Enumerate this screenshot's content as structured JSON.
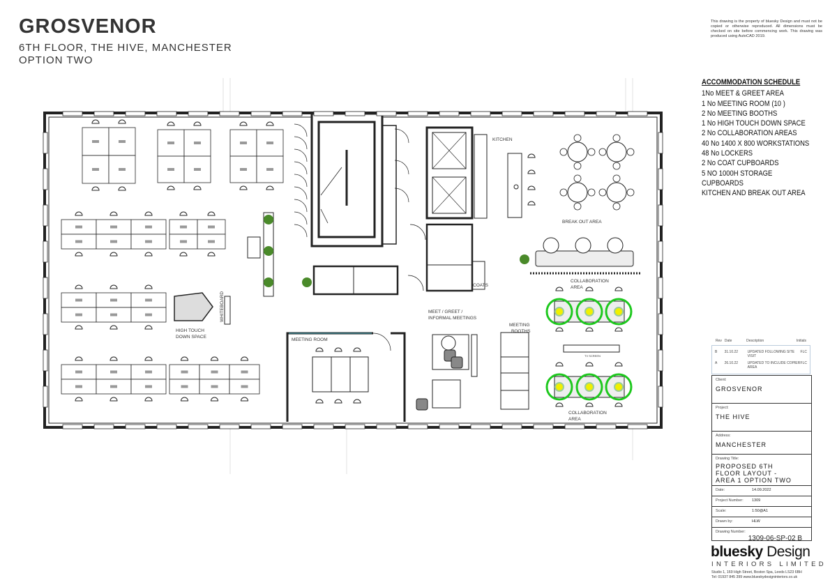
{
  "header": {
    "title": "GROSVENOR",
    "subtitle_line1": "6TH FLOOR, THE HIVE, MANCHESTER",
    "subtitle_line2": "OPTION TWO"
  },
  "copyright_note": "This drawing is the property of bluesky Design and must not be copied or otherwise reproduced. All dimensions must be checked on site before commencing work. This drawing was produced using AutoCAD 2019.",
  "schedule": {
    "heading": "ACCOMMODATION SCHEDULE",
    "items": [
      "1No MEET & GREET AREA",
      "1 No MEETING ROOM (10 )",
      "2 No MEETING BOOTHS",
      "1 No HIGH TOUCH DOWN SPACE",
      "2 No COLLABORATION AREAS",
      "40 No 1400 X 800 WORKSTATIONS",
      "48 No LOCKERS",
      "2 No COAT CUPBOARDS",
      "5 NO 1000H STORAGE CUPBOARDS",
      "KITCHEN AND BREAK OUT AREA"
    ]
  },
  "plan_labels": {
    "kitchen": "KITCHEN",
    "breakout": "BREAK OUT AREA",
    "collab1a": "COLLABORATION",
    "collab1b": "AREA",
    "collab2a": "COLLABORATION",
    "collab2b": "AREA",
    "coats": "COATS",
    "meet1": "MEET / GREET /",
    "meet2": "INFORMAL MEETINGS",
    "booth1": "MEETING",
    "booth2": "BOOTHS",
    "meeting_room": "MEETING ROOM",
    "touch1": "HIGH TOUCH",
    "touch2": "DOWN SPACE",
    "whiteboard": "WHITEBOARD",
    "tv": "TV SCREEN"
  },
  "revisions": {
    "headers": [
      "Rev",
      "Date",
      "Description",
      "Initials"
    ],
    "rows": [
      [
        "B",
        "31.10.22",
        "UPDATED FOLLOWING SITE VISIT",
        "FLC"
      ],
      [
        "A",
        "26.10.22",
        "UPDATED TO INCLUDE COPIER AREA",
        "FLC"
      ]
    ]
  },
  "title_block": {
    "client_label": "Client:",
    "client": "GROSVENOR",
    "project_label": "Project:",
    "project": "THE HIVE",
    "address_label": "Address:",
    "address": "MANCHESTER",
    "drawing_title_label": "Drawing Title:",
    "drawing_title": "PROPOSED 6TH FLOOR LAYOUT - AREA 1 OPTION TWO",
    "date_label": "Date:",
    "date": "14.09.2022",
    "project_number_label": "Project Number:",
    "project_number": "1309",
    "scale_label": "Scale:",
    "scale": "1:50@A1",
    "drawn_by_label": "Drawn by:",
    "drawn_by": "HLW",
    "drawing_number_label": "Drawing Number:",
    "drawing_number": "1309-06-SP-02 B"
  },
  "company": {
    "logo_bold": "bluesky",
    "logo_light": "Design",
    "tagline": "INTERIORS LIMITED",
    "address_line1": "Studio 1, 169 High Street, Boston Spa, Leeds LS23 6BH",
    "address_line2": "Tel: 01937 845 399  www.blueskydesigninteriors.co.uk"
  },
  "colors": {
    "highlight_ring": "#1ec81e",
    "highlight_fill": "#f0f000",
    "plant": "#4a8a2a"
  }
}
